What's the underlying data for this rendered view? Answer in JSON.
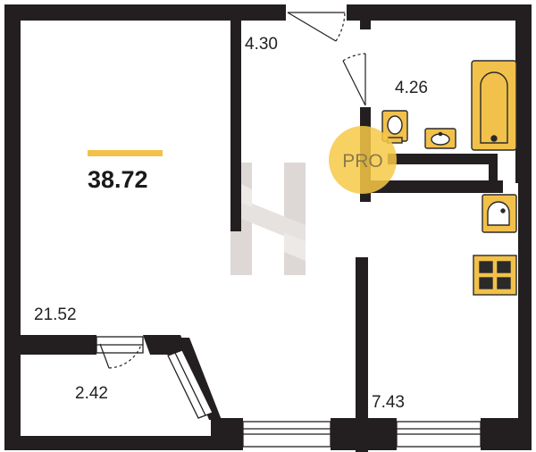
{
  "plan": {
    "total_area": "38.72",
    "rooms": [
      {
        "id": "living-room",
        "area": "21.52"
      },
      {
        "id": "hallway",
        "area": "4.30"
      },
      {
        "id": "bathroom",
        "area": "4.26"
      },
      {
        "id": "balcony",
        "area": "2.42"
      },
      {
        "id": "kitchen",
        "area": "7.43"
      }
    ],
    "badge": "PRO",
    "colors": {
      "wall": "#231f20",
      "fixture_fill": "#f2c14b",
      "fixture_stroke": "#2a2a2a",
      "accent_bar": "#f2c14b",
      "badge_circle": "#f7c948",
      "watermark": "#b5aaa5"
    }
  }
}
